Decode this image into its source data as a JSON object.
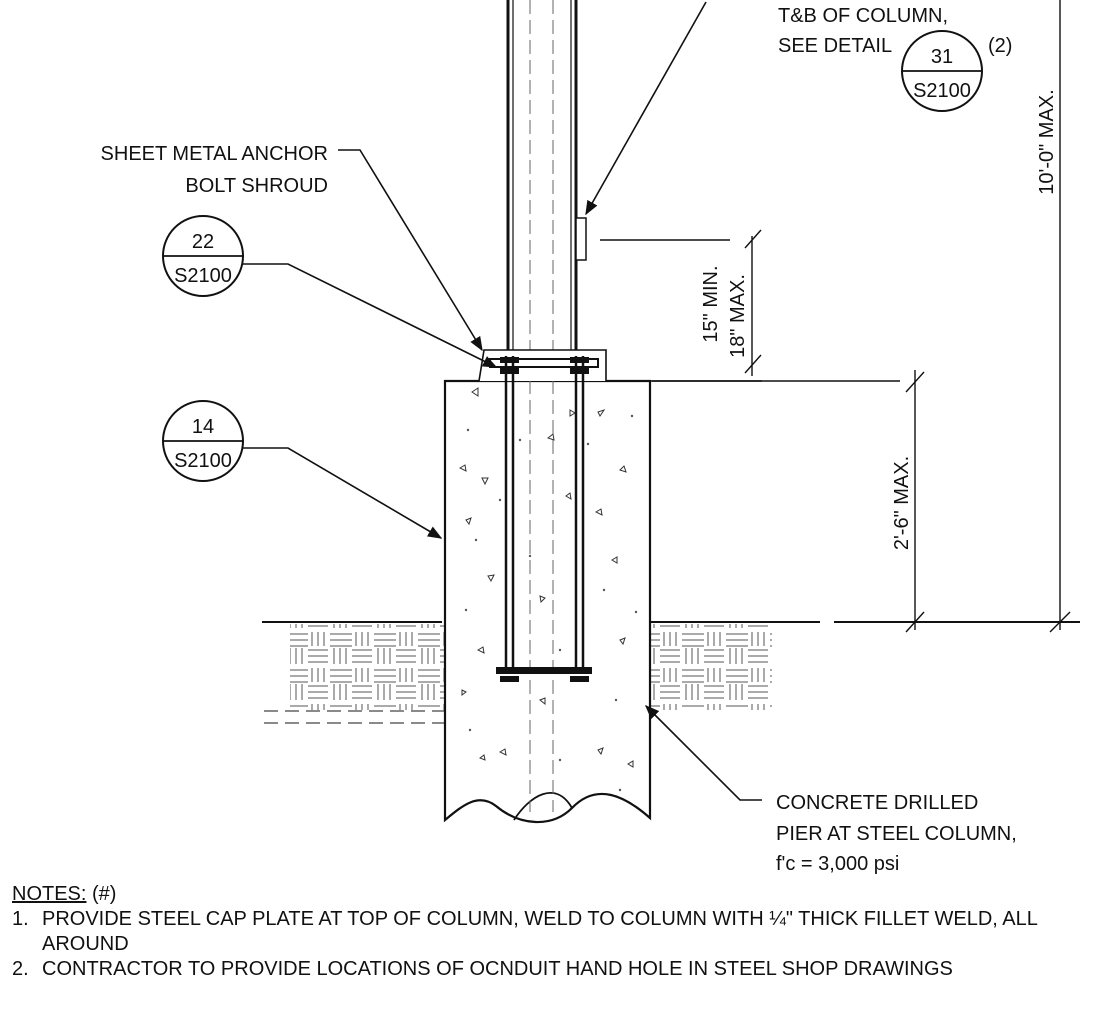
{
  "labels": {
    "tb_line1": "T&B OF COLUMN,",
    "tb_line2": "SEE DETAIL",
    "tb_ref_note": "(2)",
    "shroud_line1": "SHEET METAL ANCHOR",
    "shroud_line2": "BOLT SHROUD",
    "pier_line1": "CONCRETE DRILLED",
    "pier_line2": "PIER AT STEEL COLUMN,",
    "pier_line3": "f'c = 3,000 psi"
  },
  "bubbles": {
    "b31": {
      "num": "31",
      "sheet": "S2100"
    },
    "b22": {
      "num": "22",
      "sheet": "S2100"
    },
    "b14": {
      "num": "14",
      "sheet": "S2100"
    }
  },
  "dimensions": {
    "d10ft": "10'-0\" MAX.",
    "d15": "15\" MIN.",
    "d18": "18\" MAX.",
    "d2ft6": "2'-6\" MAX."
  },
  "notes": {
    "header": "NOTES:",
    "header_suffix": " (#)",
    "items": [
      {
        "num": "1.",
        "text": "PROVIDE STEEL CAP PLATE AT TOP OF COLUMN, WELD TO COLUMN WITH ¼\" THICK FILLET WELD, ALL AROUND"
      },
      {
        "num": "2.",
        "text": "CONTRACTOR TO PROVIDE LOCATIONS OF OCNDUIT HAND HOLE IN STEEL SHOP DRAWINGS"
      }
    ]
  }
}
